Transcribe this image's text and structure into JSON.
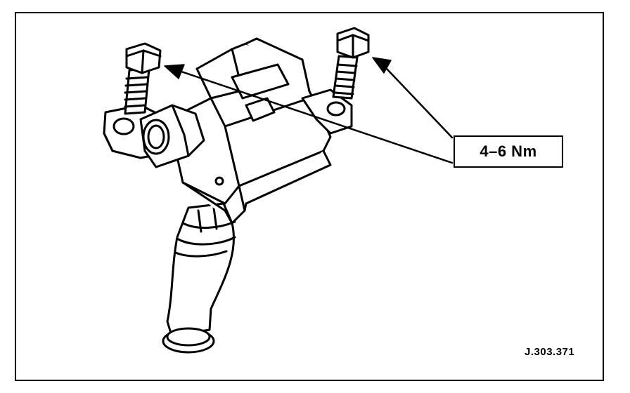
{
  "torque_label": "4–6 Nm",
  "figure_ref": "J.303.371",
  "colors": {
    "line": "#000000",
    "background": "#ffffff"
  },
  "parts": [
    "ignition-coil",
    "mounting-bolt",
    "mounting-bolt",
    "electrical-connector",
    "coil-boot"
  ]
}
